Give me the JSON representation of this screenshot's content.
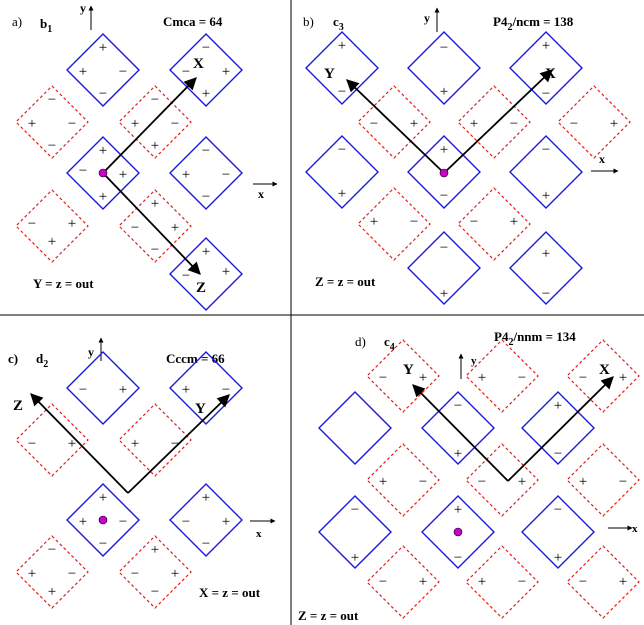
{
  "panels": {
    "a": {
      "label": "a)",
      "irrep": "b",
      "irrep_sub": "1",
      "group": "Cmca = 64",
      "axis_y": "y",
      "axis_x": "x",
      "vec_x": "X",
      "vec_z": "Z",
      "condition": "Y = z = out"
    },
    "b": {
      "label": "b)",
      "irrep": "c",
      "irrep_sub": "3",
      "group_main": "P4",
      "group_sub": "2",
      "group_rest": "/ncm = 138",
      "axis_y": "y",
      "axis_x": "x",
      "vec_y": "Y",
      "vec_x": "X",
      "condition": "Z = z = out"
    },
    "c": {
      "label": "c)",
      "irrep": "d",
      "irrep_sub": "2",
      "group": "Cccm = 66",
      "axis_y": "y",
      "axis_x": "x",
      "vec_z": "Z",
      "vec_y": "Y",
      "condition": "X = z = out"
    },
    "d": {
      "label": "d)",
      "irrep": "c",
      "irrep_sub": "4",
      "group_main": "P4",
      "group_sub": "2",
      "group_rest": "/nnm = 134",
      "axis_y": "y",
      "axis_x": "x",
      "vec_y": "Y",
      "vec_x": "X",
      "condition": "Z = z = out"
    }
  },
  "signs": {
    "plus": "+",
    "minus": "−"
  },
  "colors": {
    "solid": "#1a1adb",
    "dashed": "#e0231b",
    "origin": "#cc00cc"
  }
}
